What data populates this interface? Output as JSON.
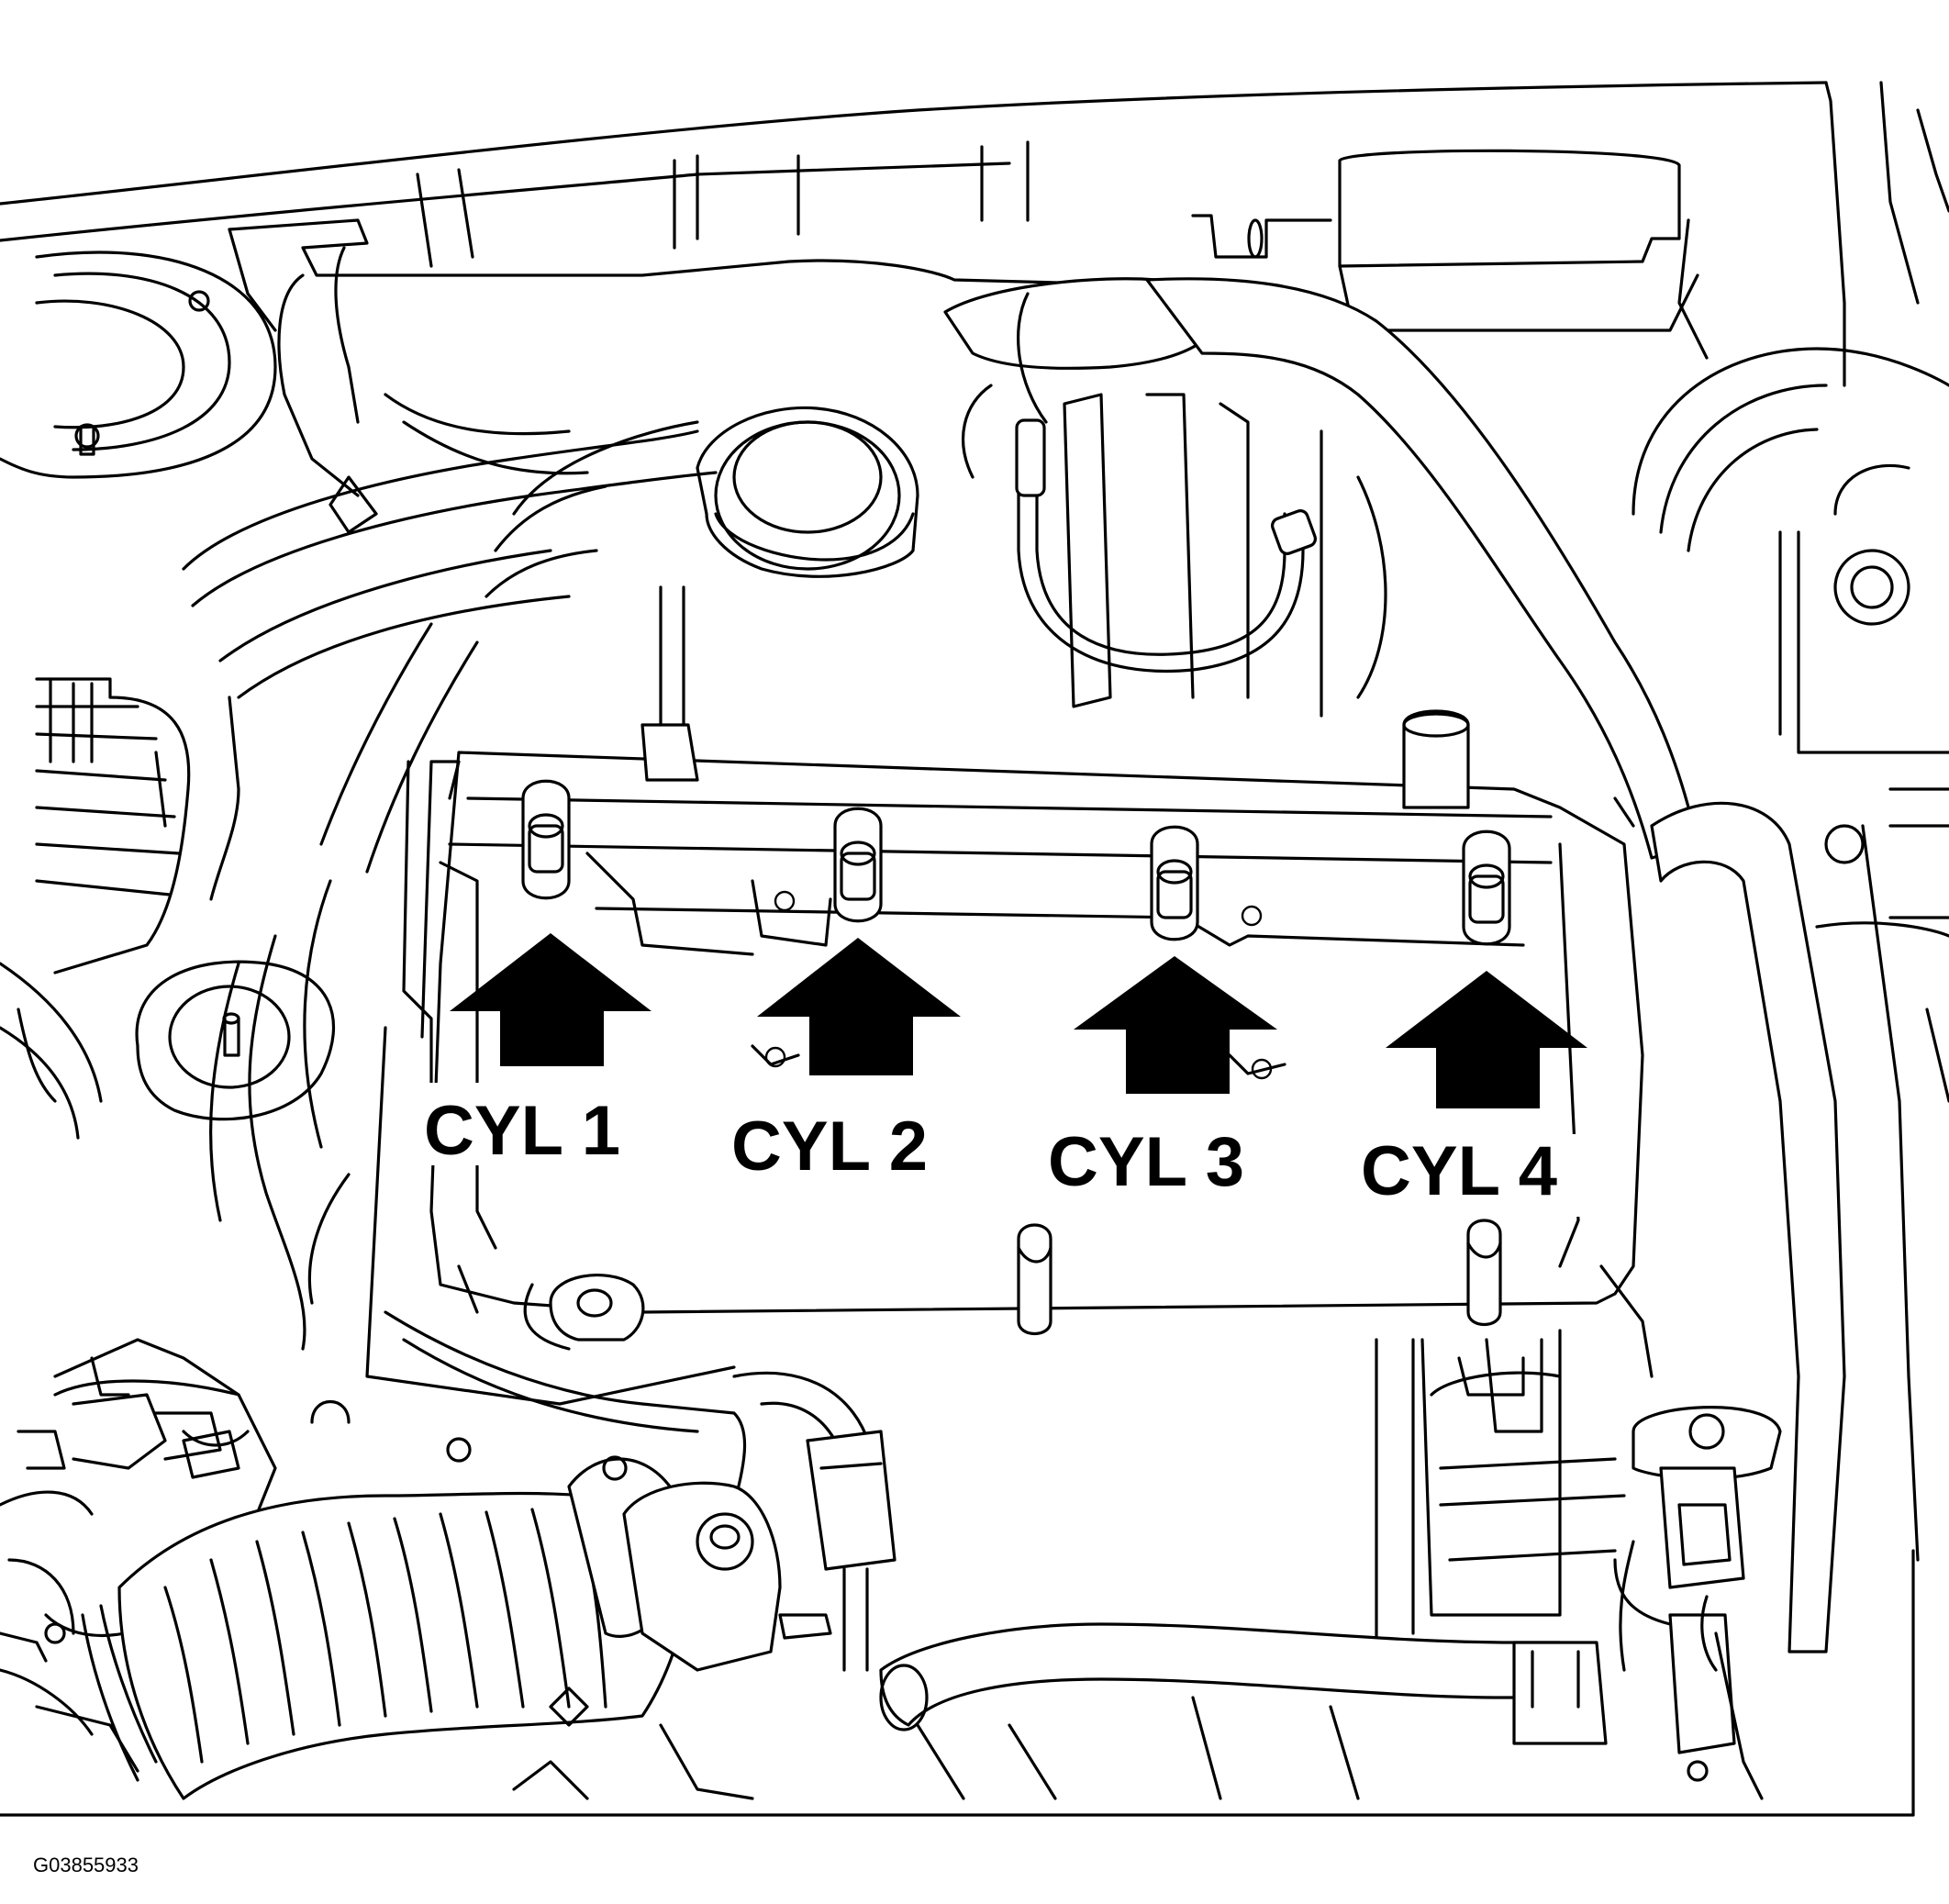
{
  "diagram": {
    "cylinders": [
      {
        "label": "CYL 1"
      },
      {
        "label": "CYL 2"
      },
      {
        "label": "CYL 3"
      },
      {
        "label": "CYL 4"
      }
    ],
    "figure_id": "G03855933"
  }
}
